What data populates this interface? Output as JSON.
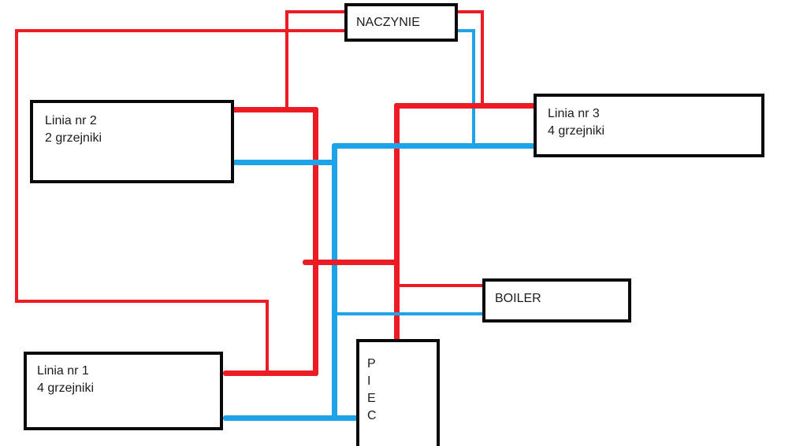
{
  "colors": {
    "hot": "#ED1C24",
    "cold": "#1CA3E8",
    "box_border": "#0a0a0a",
    "text": "#1c1c1c",
    "background": "#ffffff"
  },
  "boxes": {
    "naczynie": {
      "label": "NACZYNIE"
    },
    "linia2": {
      "line1": "Linia nr 2",
      "line2": "2 grzejniki"
    },
    "linia3": {
      "line1": "Linia nr 3",
      "line2": "4 grzejniki"
    },
    "boiler": {
      "label": "BOILER"
    },
    "linia1": {
      "line1": "Linia nr 1",
      "line2": "4 grzejniki"
    },
    "piec": {
      "letters": [
        "P",
        "I",
        "E",
        "C"
      ]
    }
  }
}
